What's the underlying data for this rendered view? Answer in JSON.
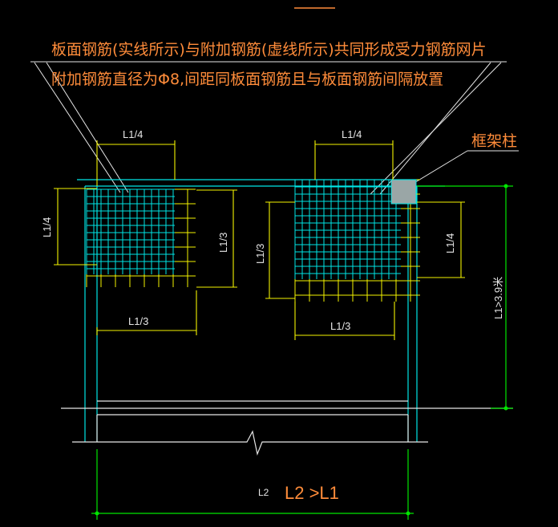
{
  "notes": {
    "line1": "板面钢筋(实线所示)与附加钢筋(虚线所示)共同形成受力钢筋网片",
    "line2": "附加钢筋直径为Φ8,间距同板面钢筋且与板面钢筋间隔放置",
    "column": "框架柱"
  },
  "dims": {
    "top_left_width": "L1/4",
    "top_right_width": "L1/4",
    "left_height": "L1/4",
    "mid_left_height": "L1/3",
    "mid_right_height": "L1/3",
    "right_height": "L1/4",
    "bottom_left_width": "L1/3",
    "bottom_right_width": "L1/3",
    "span_height": "L1>3.9米",
    "l2_small": "L2",
    "l2_label": "L2 >L1"
  },
  "colors": {
    "cyan": "#00e5e5",
    "yellow": "#f5f500",
    "green": "#00e600",
    "white": "#e6e6e6",
    "orange": "#ff8c3a",
    "column_fill": "#9aa6a6"
  }
}
